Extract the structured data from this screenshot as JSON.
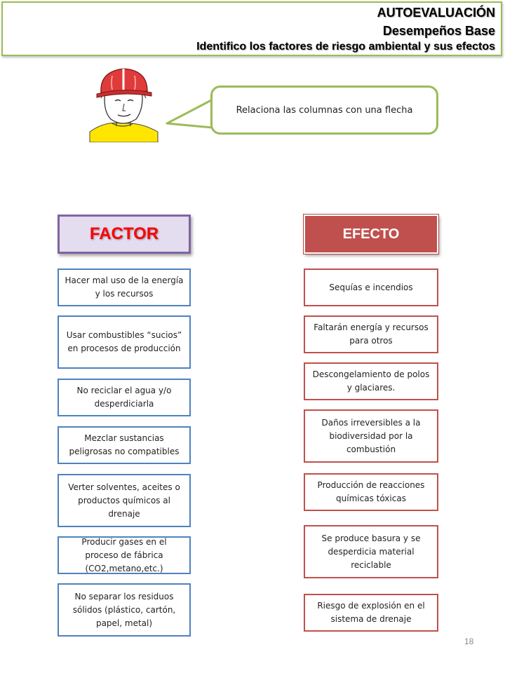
{
  "header": {
    "title": "AUTOEVALUACIÓN",
    "subtitle": "Desempeños Base",
    "description": "Identifico los factores de riesgo  ambiental y sus efectos",
    "border_color": "#9bbb59"
  },
  "avatar": {
    "icon": "worker-with-hard-hat-icon",
    "helmet_color": "#e03b3b",
    "shirt_color": "#ffe600"
  },
  "bubble": {
    "text": "Relaciona las columnas con una flecha"
  },
  "factor": {
    "title": "FACTOR",
    "items": [
      "Hacer mal uso de la energía y los recursos",
      "Usar  combustibles “sucios” en procesos de producción",
      "No reciclar el agua y/o desperdiciarla",
      "Mezclar sustancias peligrosas no compatibles",
      "Verter solventes, aceites o productos químicos al drenaje",
      "Producir gases en el proceso de fábrica (CO2,metano,etc.)",
      "No separar los residuos sólidos (plástico, cartón, papel, metal)"
    ]
  },
  "efecto": {
    "title": "EFECTO",
    "items": [
      "Sequías e incendios",
      "Faltarán energía y recursos para otros",
      "Descongelamiento de polos y glaciares.",
      "Daños irreversibles  a la biodiversidad por la combustión",
      "Producción de reacciones químicas tóxicas",
      "Se produce basura y se desperdicia material reciclable",
      "Riesgo de explosión en el sistema de drenaje"
    ]
  },
  "page_number": "18"
}
